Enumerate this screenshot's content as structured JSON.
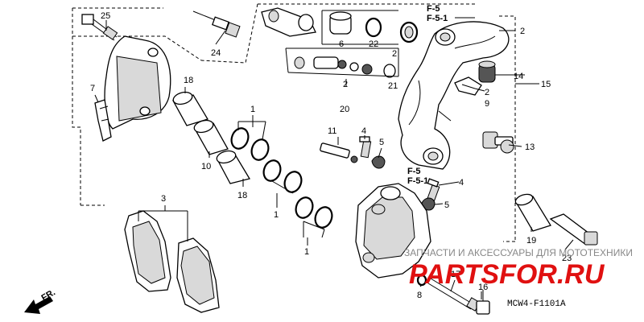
{
  "diagram_code": "MCW4-F1101A",
  "ref_labels": {
    "f5_top": "F-5",
    "f51_top": "F-5-1",
    "f5_mid": "F-5",
    "f51_mid": "F-5-1"
  },
  "direction_label": "FR.",
  "watermark": {
    "line1": "ЗАПЧАСТИ И АКСЕССУАРЫ ДЛЯ МОТОТЕХНИКИ",
    "line2": "PARTSFOR.RU"
  },
  "callouts": {
    "n25": "25",
    "n24": "24",
    "n6": "6",
    "n22": "22",
    "n2a": "2",
    "n20": "20",
    "n2b": "2",
    "n21": "21",
    "n2c": "2",
    "n14": "14",
    "n15": "15",
    "n2d": "2",
    "n9": "9",
    "n7": "7",
    "n18a": "18",
    "n1a": "1",
    "n11": "11",
    "n4a": "4",
    "n5a": "5",
    "n13": "13",
    "n10": "10",
    "n18b": "18",
    "n1b": "1",
    "n4b": "4",
    "n5b": "5",
    "n3": "3",
    "n1c": "1",
    "n19": "19",
    "n23": "23",
    "n17": "17",
    "n8": "8",
    "n16": "16"
  }
}
